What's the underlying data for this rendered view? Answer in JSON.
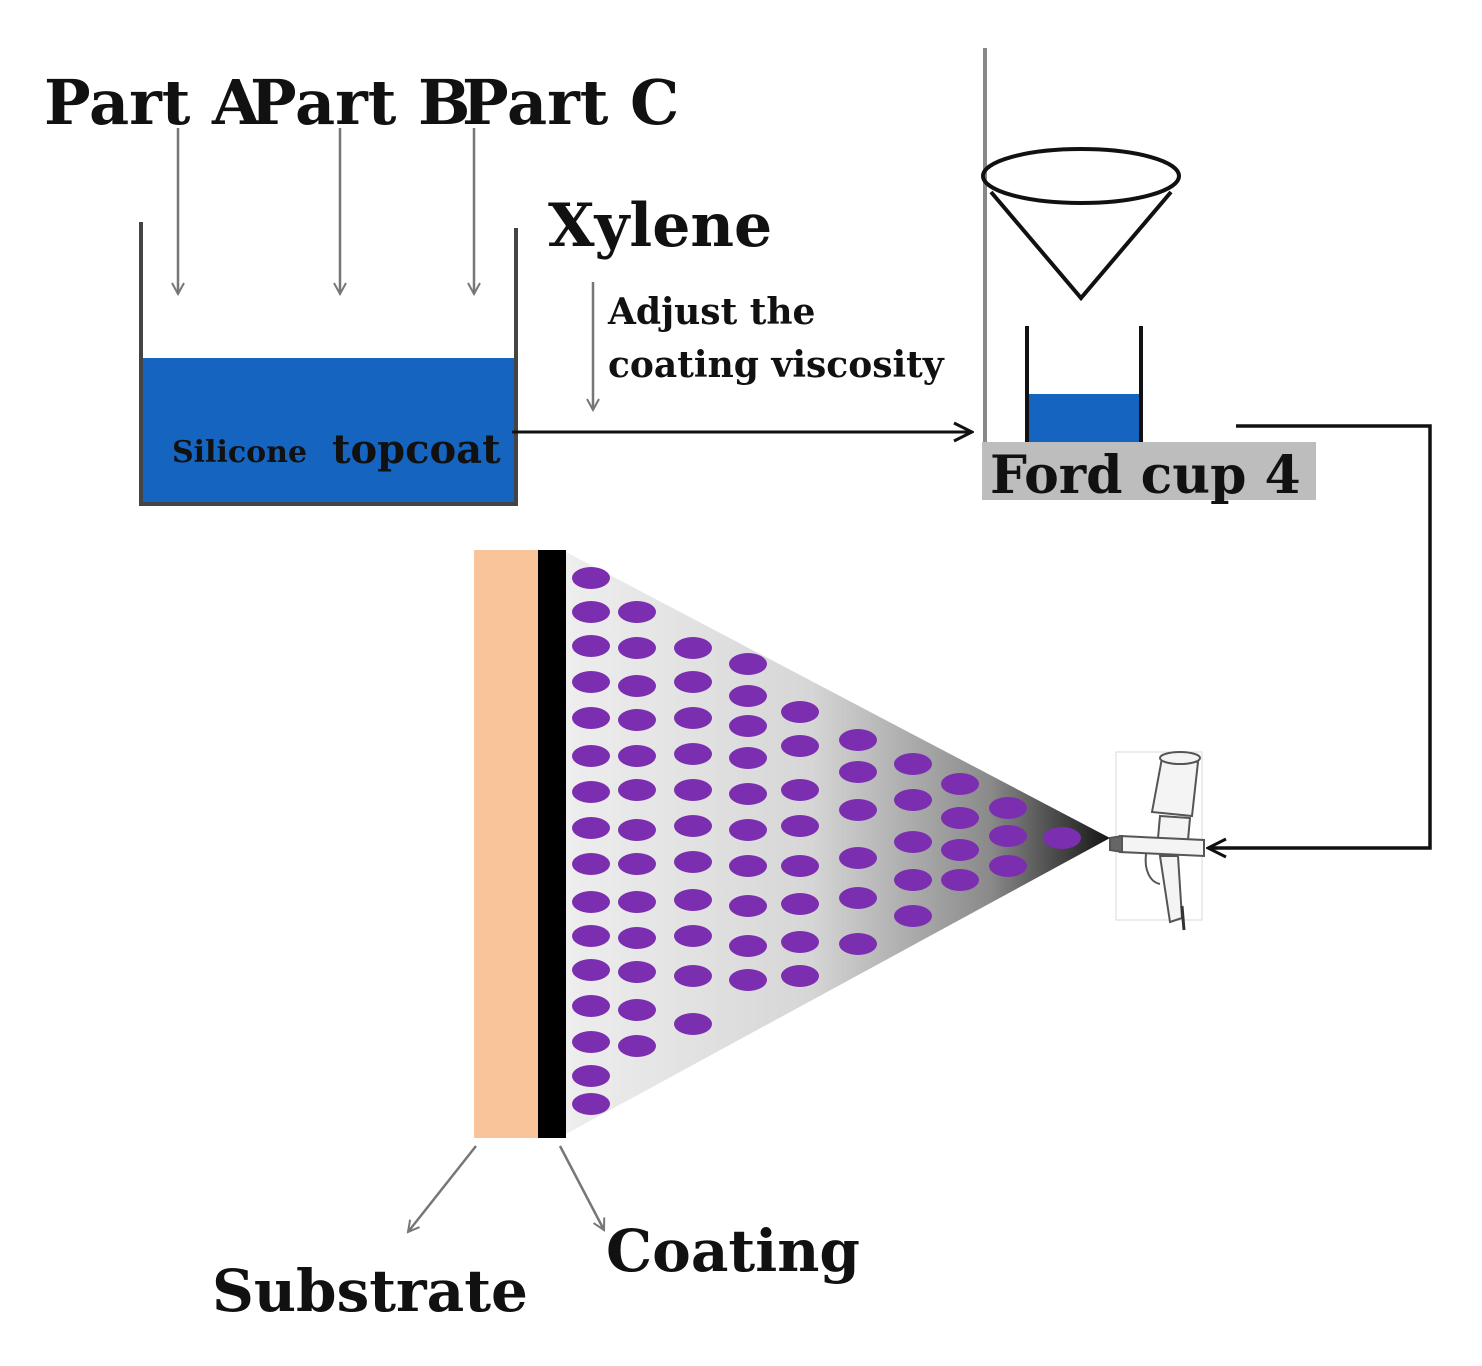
{
  "labels": {
    "part_a": "Part A",
    "part_b": "Part B",
    "part_c": "Part C",
    "xylene": "Xylene",
    "adjust_line1": "Adjust the",
    "adjust_line2": "coating viscosity",
    "silicone": "Silicone",
    "topcoat": "topcoat",
    "ford_cup": "Ford cup 4",
    "substrate": "Substrate",
    "coating": "Coating"
  },
  "colors": {
    "liquid": "#1565c0",
    "substrate": "#f9c49a",
    "coating_layer": "#000000",
    "droplet": "#7b2fb0",
    "ford_bar": "#bdbdbd",
    "spray_dark": "#151515",
    "spray_light": "#eeeeee"
  },
  "icons": {
    "spray_gun": "spray-gun-icon",
    "funnel": "funnel-icon"
  }
}
